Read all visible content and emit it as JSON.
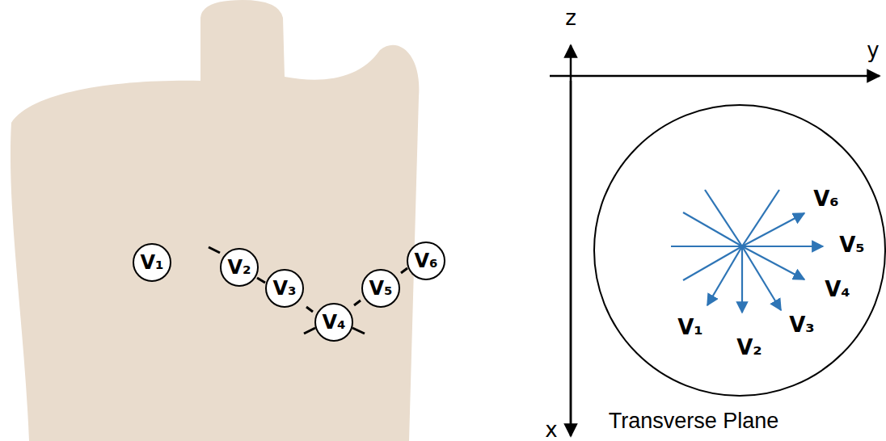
{
  "diagram": {
    "nodes": [
      {
        "text": [
          "V₁"
        ]
      },
      {
        "text": [
          "V₂"
        ]
      },
      {
        "text": [
          "V₃"
        ]
      },
      {
        "text": [
          "V₄"
        ]
      },
      {
        "text": [
          "V₅"
        ]
      },
      {
        "text": [
          "V₆"
        ]
      }
    ],
    "labels": [
      "z",
      "y",
      "V₆",
      "V₅",
      "V₄",
      "V₁",
      "V₃",
      "V₂",
      "x",
      "Transverse Plane"
    ]
  }
}
